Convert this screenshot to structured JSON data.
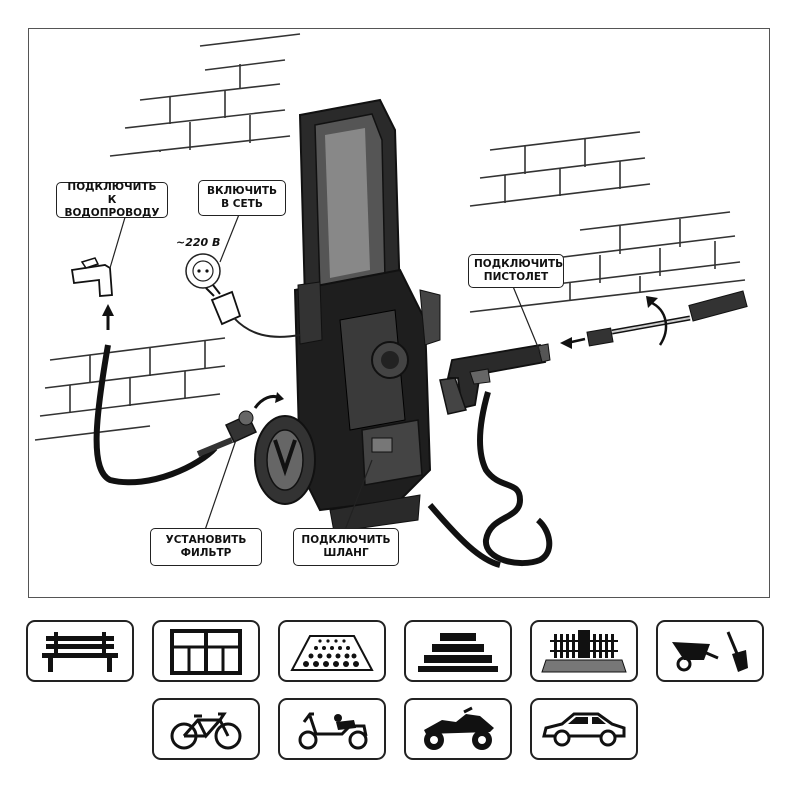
{
  "callouts": {
    "water": {
      "line1": "ПОДКЛЮЧИТЬ",
      "line2": "К ВОДОПРОВОДУ"
    },
    "power": {
      "line1": "ВКЛЮЧИТЬ",
      "line2": "В СЕТЬ"
    },
    "gun": {
      "line1": "ПОДКЛЮЧИТЬ",
      "line2": "ПИСТОЛЕТ"
    },
    "filter": {
      "line1": "УСТАНОВИТЬ",
      "line2": "ФИЛЬТР"
    },
    "hose": {
      "line1": "ПОДКЛЮЧИТЬ",
      "line2": "ШЛАНГ"
    }
  },
  "voltage_label": "~220 В",
  "usage_icons": {
    "row1": [
      "bench-icon",
      "window-icon",
      "paving-icon",
      "steps-icon",
      "fence-icon",
      "wheelbarrow-shovel-icon"
    ],
    "row2": [
      "bicycle-icon",
      "scooter-icon",
      "atv-icon",
      "car-icon"
    ]
  },
  "colors": {
    "line": "#222222",
    "body": "#1f1f1f",
    "frame": "#555555"
  }
}
